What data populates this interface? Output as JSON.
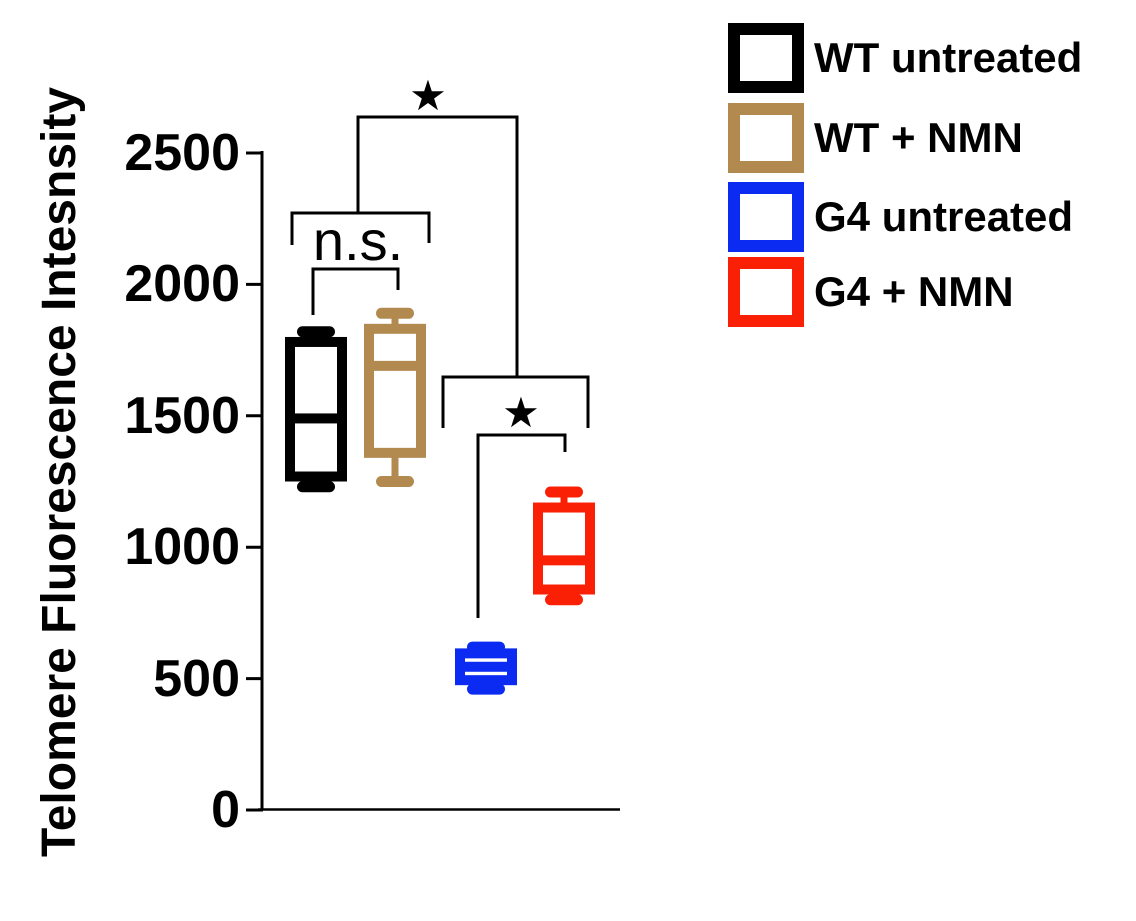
{
  "chart_data": {
    "type": "box",
    "title": "",
    "ylabel": "Telomere Fluorescence Intesnsity",
    "xlabel": "",
    "ylim": [
      0,
      2500
    ],
    "yticks": [
      0,
      500,
      1000,
      1500,
      2000,
      2500
    ],
    "grid": false,
    "legend_position": "top-right",
    "series": [
      {
        "name": "WT untreated",
        "color": "#000000",
        "cx": 316,
        "stats": {
          "min": 1230,
          "q1": 1250,
          "median": 1490,
          "q3": 1800,
          "max": 1820
        }
      },
      {
        "name": "WT + NMN",
        "color": "#B28A50",
        "cx": 395,
        "stats": {
          "min": 1250,
          "q1": 1340,
          "median": 1690,
          "q3": 1850,
          "max": 1890
        }
      },
      {
        "name": "G4 untreated",
        "color": "#0B2BF2",
        "cx": 486,
        "stats": {
          "min": 460,
          "q1": 475,
          "median": 545,
          "q3": 615,
          "max": 620
        }
      },
      {
        "name": "G4 + NMN",
        "color": "#FA2006",
        "cx": 564,
        "stats": {
          "min": 800,
          "q1": 820,
          "median": 950,
          "q3": 1170,
          "max": 1210
        }
      }
    ],
    "significance": [
      {
        "compares": [
          "WT group",
          "G4 group"
        ],
        "label": "★",
        "x1": 358,
        "x2": 517,
        "y": 117,
        "drop1": 213,
        "drop2": 377,
        "label_x": 428,
        "label_y": 110
      },
      {
        "compares": [
          "WT untreated",
          "WT + NMN"
        ],
        "label": "",
        "x1": 292,
        "x2": 429,
        "y": 213,
        "drop1": 245,
        "drop2": 243
      },
      {
        "compares": [
          "WT untreated",
          "WT + NMN"
        ],
        "label": "n.s.",
        "x1": 313,
        "x2": 398,
        "y": 269,
        "drop1": 315,
        "drop2": 290,
        "label_x": 358,
        "label_y": 260
      },
      {
        "compares": [
          "G4 untreated",
          "G4 + NMN"
        ],
        "label": "",
        "x1": 443,
        "x2": 588,
        "y": 377,
        "drop1": 428,
        "drop2": 428
      },
      {
        "compares": [
          "G4 untreated",
          "G4 + NMN"
        ],
        "label": "★",
        "x1": 478,
        "x2": 565,
        "y": 435,
        "drop1": 618,
        "drop2": 452,
        "label_x": 521,
        "label_y": 427
      }
    ],
    "axis_colors": {
      "axis": "#000000",
      "text": "#000000"
    }
  }
}
